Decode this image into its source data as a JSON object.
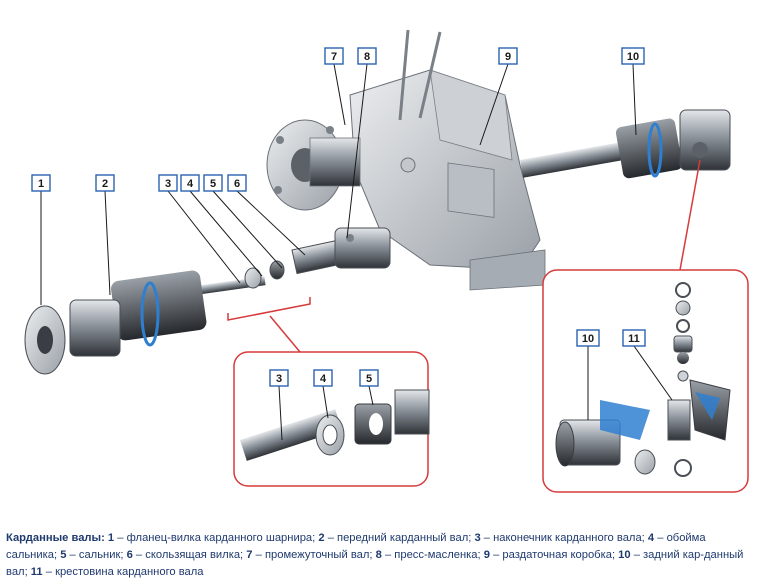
{
  "colors": {
    "label_border": "#2a62b0",
    "label_fill": "#ffffff",
    "callout_red": "#d63a3a",
    "caption_text": "#1f3a6e",
    "metal_dark": "#3a3e44",
    "metal_mid": "#8c939b",
    "metal_light": "#d9dde1",
    "accent_blue": "#2f7fd0"
  },
  "labels": {
    "l1": "1",
    "l2": "2",
    "l3": "3",
    "l4": "4",
    "l5": "5",
    "l6": "6",
    "l7": "7",
    "l8": "8",
    "l9": "9",
    "l10": "10",
    "inset_bottom": {
      "l3": "3",
      "l4": "4",
      "l5": "5"
    },
    "inset_right": {
      "l10": "10",
      "l11": "11"
    }
  },
  "caption": {
    "title": "Карданные валы:",
    "items": [
      {
        "num": "1",
        "text": " – фланец-вилка карданного шарнира; "
      },
      {
        "num": "2",
        "text": " – передний карданный вал; "
      },
      {
        "num": "3",
        "text": " – наконечник карданного вала; "
      },
      {
        "num": "4",
        "text": " – обойма сальника; "
      },
      {
        "num": "5",
        "text": " – сальник; "
      },
      {
        "num": "6",
        "text": " – скользящая вилка; "
      },
      {
        "num": "7",
        "text": " – промежуточный вал; "
      },
      {
        "num": "8",
        "text": " – пресс-масленка; "
      },
      {
        "num": "9",
        "text": " – раздаточная коробка; "
      },
      {
        "num": "10",
        "text": " – задний кар-"
      }
    ],
    "line2_prefix": "данный вал; ",
    "last_item": {
      "num": "11",
      "text": " – крестовина карданного вала"
    }
  }
}
